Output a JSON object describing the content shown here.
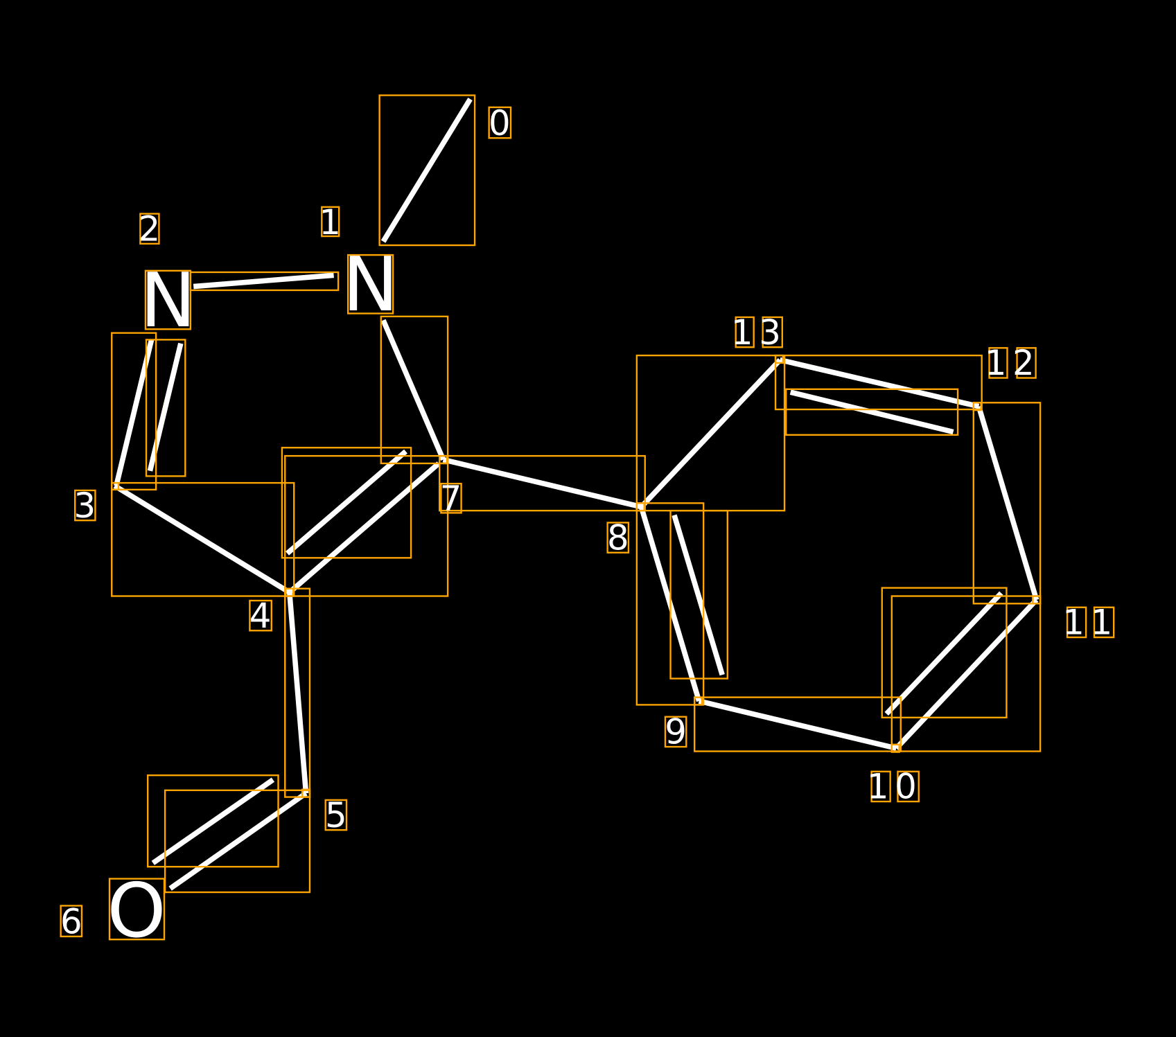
{
  "diagram": {
    "title": "Molecule atom/bond annotation",
    "colors": {
      "background": "#000000",
      "bond": "#ffffff",
      "box": "#FFA500"
    },
    "atoms": [
      {
        "index": "0",
        "element": ""
      },
      {
        "index": "1",
        "element": "N"
      },
      {
        "index": "2",
        "element": "N"
      },
      {
        "index": "3",
        "element": ""
      },
      {
        "index": "4",
        "element": ""
      },
      {
        "index": "5",
        "element": ""
      },
      {
        "index": "6",
        "element": "O"
      },
      {
        "index": "7",
        "element": ""
      },
      {
        "index": "8",
        "element": ""
      },
      {
        "index": "9",
        "element": ""
      },
      {
        "index": "10",
        "element": ""
      },
      {
        "index": "11",
        "element": ""
      },
      {
        "index": "12",
        "element": ""
      },
      {
        "index": "13",
        "element": ""
      }
    ],
    "bonds": [
      {
        "from": 0,
        "to": 1,
        "order": 1
      },
      {
        "from": 1,
        "to": 2,
        "order": 1
      },
      {
        "from": 2,
        "to": 3,
        "order": 2
      },
      {
        "from": 3,
        "to": 4,
        "order": 1
      },
      {
        "from": 1,
        "to": 7,
        "order": 1
      },
      {
        "from": 4,
        "to": 7,
        "order": 2
      },
      {
        "from": 4,
        "to": 5,
        "order": 1
      },
      {
        "from": 5,
        "to": 6,
        "order": 2
      },
      {
        "from": 7,
        "to": 8,
        "order": 1
      },
      {
        "from": 8,
        "to": 13,
        "order": 1
      },
      {
        "from": 13,
        "to": 12,
        "order": 2
      },
      {
        "from": 12,
        "to": 11,
        "order": 1
      },
      {
        "from": 11,
        "to": 10,
        "order": 2
      },
      {
        "from": 10,
        "to": 9,
        "order": 1
      },
      {
        "from": 9,
        "to": 8,
        "order": 2
      }
    ]
  }
}
